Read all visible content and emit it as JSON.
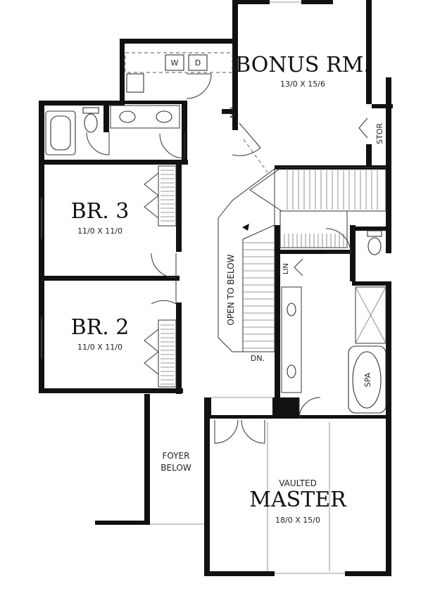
{
  "rooms": {
    "bonus": {
      "name": "BONUS RM.",
      "size": "13/0 X 15/6"
    },
    "br3": {
      "name": "BR. 3",
      "size": "11/0 X 11/0"
    },
    "br2": {
      "name": "BR. 2",
      "size": "11/0 X 11/0"
    },
    "master": {
      "prefix": "VAULTED",
      "name": "MASTER",
      "size": "18/0 X 15/0"
    }
  },
  "labels": {
    "washer": "W",
    "dryer": "D",
    "lin_upper": "LIN",
    "lin_lower": "LIN",
    "stor": "STOR",
    "open_to_below": "OPEN TO BELOW",
    "stair_down": "DN.",
    "spa": "SPA",
    "foyer_line1": "FOYER",
    "foyer_line2": "BELOW"
  }
}
